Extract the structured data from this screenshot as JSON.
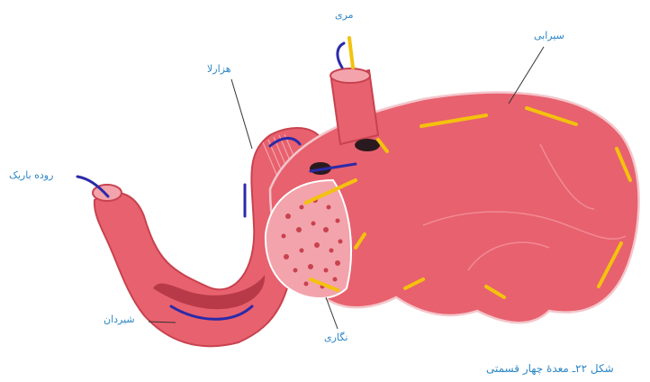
{
  "labels": {
    "esophagus": "مری",
    "rumen": "سیرابی",
    "omasum": "هزارلا",
    "small_intestine": "روده باریک",
    "abomasum": "شیردان",
    "reticulum": "نگاری"
  },
  "caption": "شکل ۲۲ـ معدهٔ چهار قسمتی",
  "colors": {
    "tissue": "#e8616e",
    "tissue_dark": "#c8424f",
    "tissue_light": "#f3a3ab",
    "arrow_blue": "#2b2aa8",
    "arrow_yellow": "#f4c20d",
    "label_text": "#2c86c5"
  }
}
